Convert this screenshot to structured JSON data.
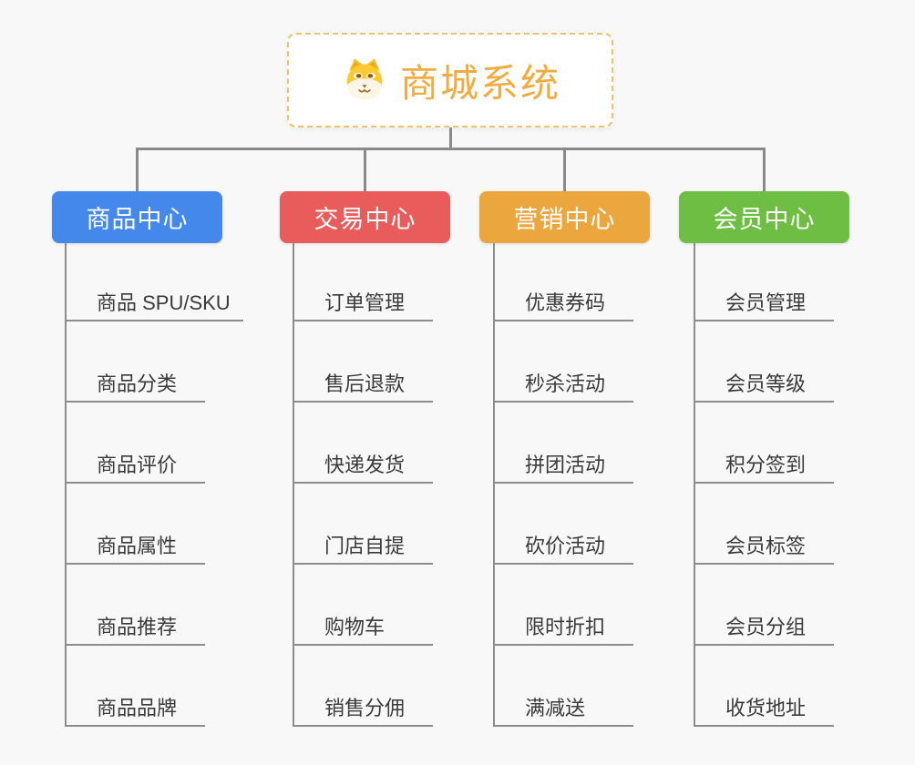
{
  "root": {
    "title": "商城系统",
    "icon": "shiba-dog-icon",
    "title_color": "#f0ac41",
    "border_color": "#f3c06a"
  },
  "connector_color": "#8a8a8a",
  "branches": [
    {
      "label": "商品中心",
      "color": "#4388ea",
      "leaves": [
        "商品 SPU/SKU",
        "商品分类",
        "商品评价",
        "商品属性",
        "商品推荐",
        "商品品牌"
      ]
    },
    {
      "label": "交易中心",
      "color": "#e85c5c",
      "leaves": [
        "订单管理",
        "售后退款",
        "快递发货",
        "门店自提",
        "购物车",
        "销售分佣"
      ]
    },
    {
      "label": "营销中心",
      "color": "#eba63d",
      "leaves": [
        "优惠券码",
        "秒杀活动",
        "拼团活动",
        "砍价活动",
        "限时折扣",
        "满减送"
      ]
    },
    {
      "label": "会员中心",
      "color": "#6fbe44",
      "leaves": [
        "会员管理",
        "会员等级",
        "积分签到",
        "会员标签",
        "会员分组",
        "收货地址"
      ]
    }
  ]
}
